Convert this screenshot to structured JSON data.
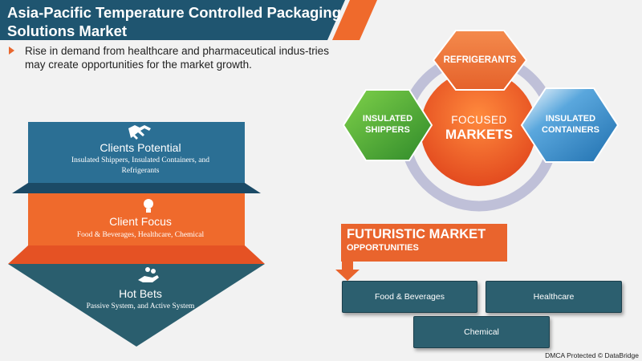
{
  "title": "Asia-Pacific Temperature Controlled Packaging Solutions Market",
  "subtitle": "Rise in demand from healthcare and pharmaceutical indus-tries may create opportunities for the market growth.",
  "funnel": {
    "clients_potential": {
      "title": "Clients Potential",
      "desc": "Insulated Shippers, Insulated Containers, and Refrigerants",
      "icon": "handshake-icon"
    },
    "client_focus": {
      "title": "Client Focus",
      "desc": "Food & Beverages, Healthcare, Chemical",
      "icon": "lightbulb-icon"
    },
    "hot_bets": {
      "title": "Hot Bets",
      "desc": "Passive System, and Active System",
      "icon": "hand-coins-icon"
    }
  },
  "focused_markets": {
    "label_top": "FOCUSED",
    "label_bottom": "MARKETS",
    "segments": [
      {
        "name": "REFRIGERANTS"
      },
      {
        "name": "INSULATED SHIPPERS"
      },
      {
        "name": "INSULATED CONTAINERS"
      }
    ]
  },
  "futuristic": {
    "title": "FUTURISTIC MARKET",
    "subtitle": "OPPORTUNITIES",
    "items": [
      "Food & Beverages",
      "Healthcare",
      "Chemical"
    ]
  },
  "footer": "DMCA Protected © DataBridge",
  "colors": {
    "navy": "#1f5570",
    "orange": "#ef6a2c",
    "teal": "#2a5e6e",
    "blue": "#2f7bb3",
    "green": "#4aa23b",
    "ring": "#bfc0d8"
  }
}
